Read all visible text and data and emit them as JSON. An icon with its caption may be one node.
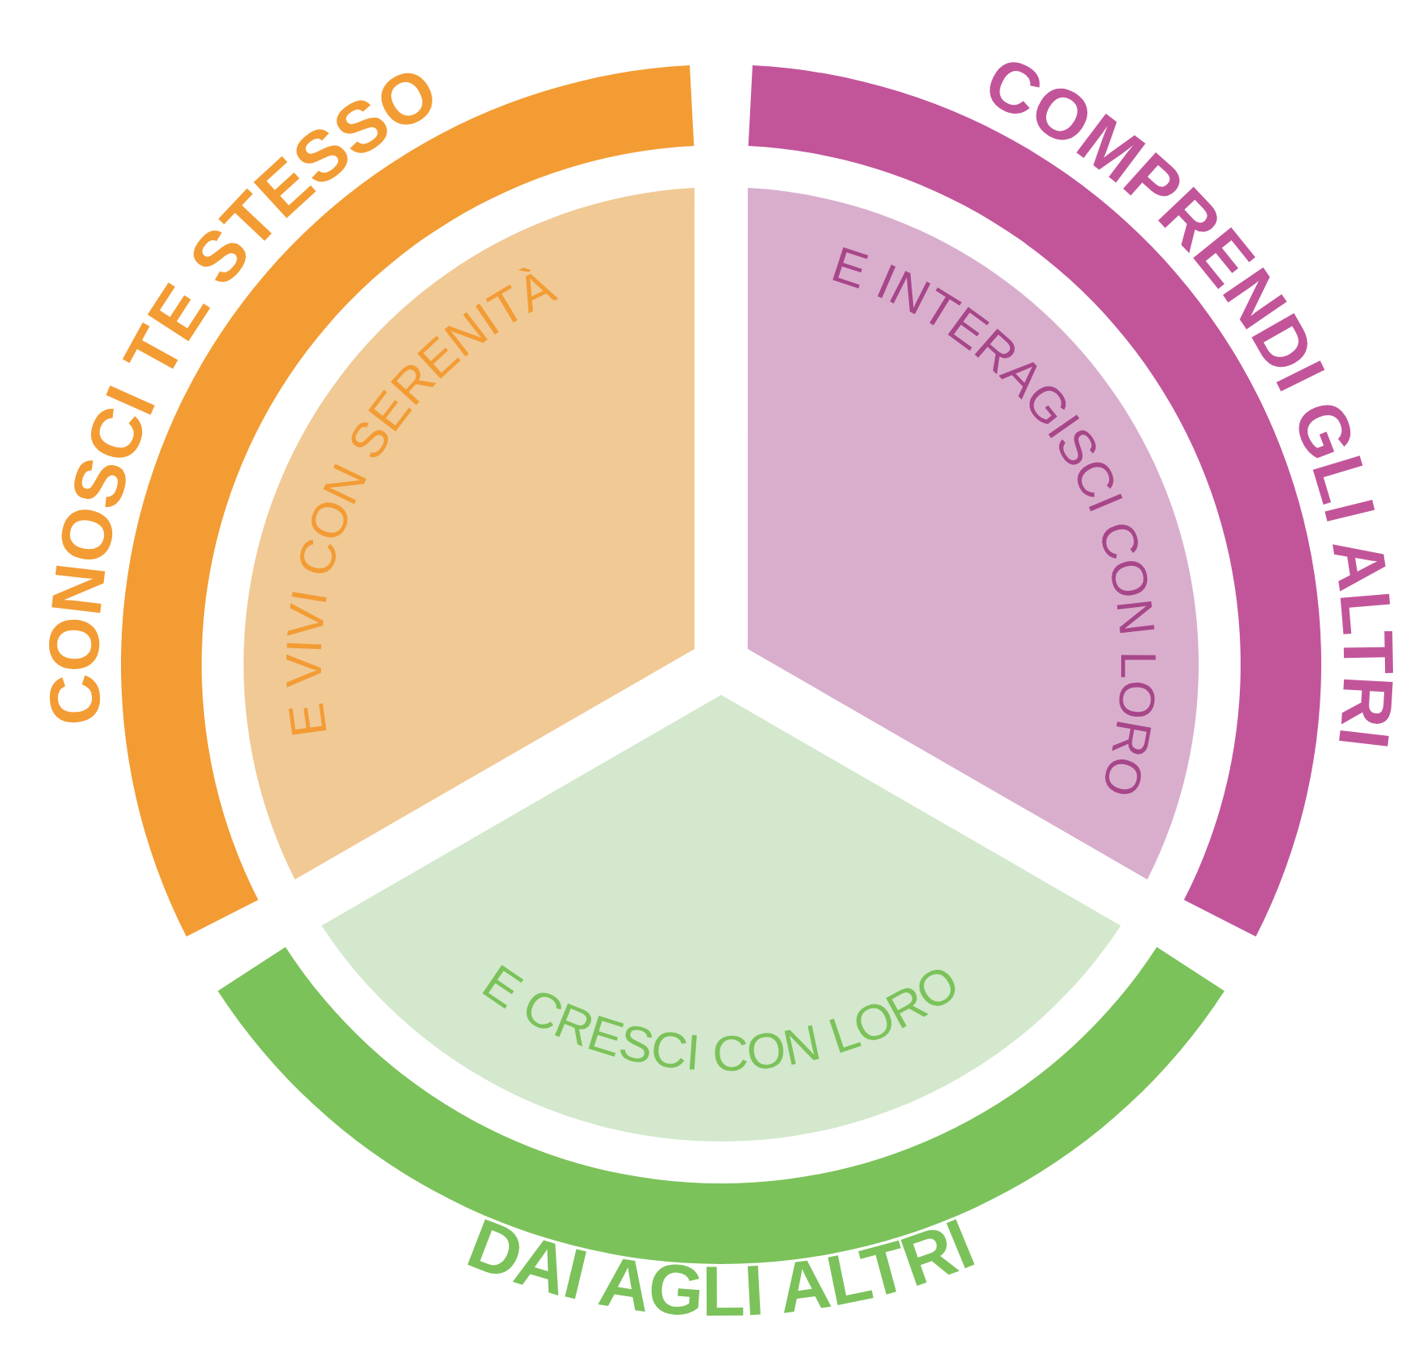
{
  "diagram": {
    "nodes": [
      {
        "text": [
          "CONOSCI TE STESSO"
        ]
      },
      {
        "text": [
          "E VIVI CON SERENITÀ"
        ]
      },
      {
        "text": [
          "COMPRENDI GLI ALTRI"
        ]
      },
      {
        "text": [
          "E INTERAGISCI CON LORO"
        ]
      },
      {
        "text": [
          "E CRESCI CON LORO"
        ]
      },
      {
        "text": [
          "DAI AGLI ALTRI"
        ]
      }
    ]
  }
}
